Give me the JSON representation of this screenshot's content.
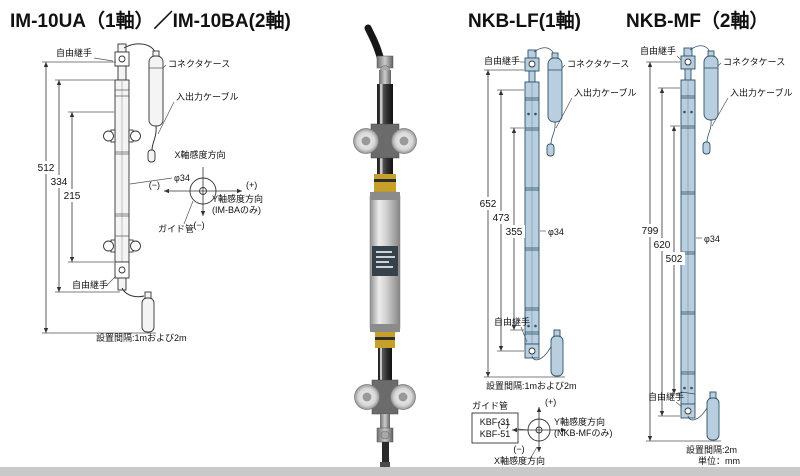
{
  "titles": {
    "left": "IM-10UA（1軸）／IM-10BA(2軸)",
    "center_right": "NKB-LF(1軸)",
    "right": "NKB-MF（2軸）"
  },
  "colors": {
    "drawing_blue": "#b9cfdf",
    "warning_yellow": "#c7a02a",
    "footer_gray": "#c9c9c9"
  },
  "im": {
    "free_joint_top": "自由継手",
    "connector_case": "コネクタケース",
    "io_cable": "入出力ケーブル",
    "dim_outer": "512",
    "dim_mid": "334",
    "dim_inner": "215",
    "diameter": "φ34",
    "x_axis_label": "X軸感度方向",
    "x_minus": "(−)",
    "x_plus": "(+)",
    "y_axis_label": "Y軸感度方向",
    "y_axis_note": "(IM-BAのみ)",
    "y_minus": "(−)",
    "guide_tube": "ガイド管",
    "free_joint_bottom": "自由継手",
    "install_spacing": "設置間隔:1mおよび2m"
  },
  "nkb_lf": {
    "free_joint_top": "自由継手",
    "connector_case": "コネクタケース",
    "io_cable": "入出力ケーブル",
    "dim_outer": "652",
    "dim_mid": "473",
    "dim_inner": "355",
    "diameter": "φ34",
    "free_joint_bottom": "自由継手",
    "install_spacing": "設置間隔:1mおよび2m",
    "guide_tube": "ガイド管",
    "guide_model_1": "KBF-31",
    "guide_model_2": "KBF-51",
    "y_plus": "(+)",
    "x_minus": "(−)",
    "y_axis_label": "Y軸感度方向",
    "y_axis_note": "(NKB-MFのみ)",
    "y_minus": "(−)",
    "x_axis_label": "X軸感度方向"
  },
  "nkb_mf": {
    "free_joint_top": "自由継手",
    "connector_case": "コネクタケース",
    "io_cable": "入出力ケーブル",
    "dim_outer": "799",
    "dim_mid": "620",
    "dim_inner": "502",
    "diameter": "φ34",
    "free_joint_bottom": "自由継手",
    "install_spacing": "設置間隔:2m",
    "unit": "単位：mm"
  }
}
